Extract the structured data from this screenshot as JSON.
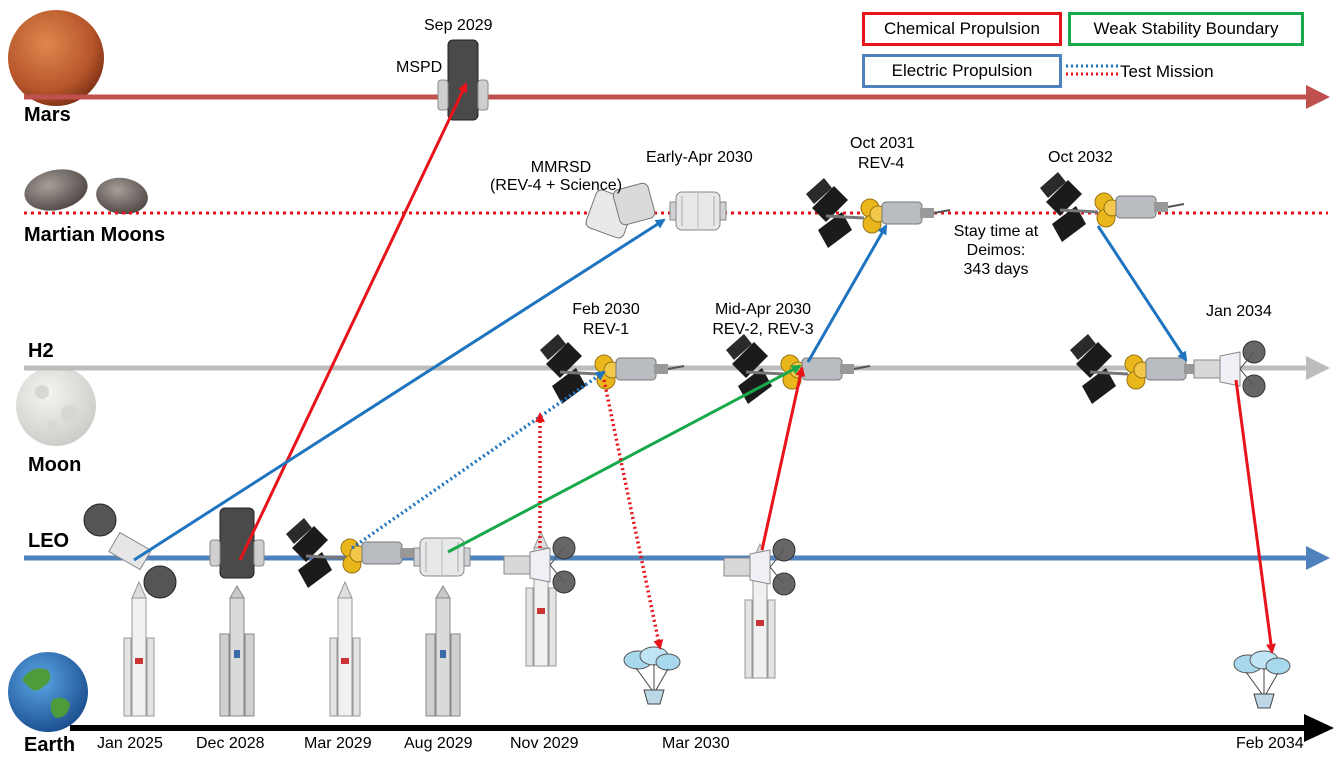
{
  "levels": {
    "mars": "Mars",
    "moons": "Martian Moons",
    "h2": "H2",
    "moon": "Moon",
    "leo": "LEO",
    "earth": "Earth"
  },
  "legend": {
    "chemical": "Chemical Propulsion",
    "wsb": "Weak Stability Boundary",
    "electric": "Electric Propulsion",
    "test": "Test Mission",
    "colors": {
      "chemical": "#e8141b",
      "wsb": "#19a94a",
      "electric": "#1f74c0",
      "test_blue": "#1f74c0",
      "test_red": "#e8141b"
    }
  },
  "events": {
    "sep2029": "Sep 2029",
    "mspd": "MSPD",
    "mmrsd_1": "MMRSD",
    "mmrsd_2": "(REV-4 + Science)",
    "earlyapr2030": "Early-Apr 2030",
    "oct2031": "Oct 2031",
    "rev4": "REV-4",
    "oct2032": "Oct 2032",
    "stay_1": "Stay time at",
    "stay_2": "Deimos:",
    "stay_3": "343 days",
    "feb2030": "Feb 2030",
    "rev1": "REV-1",
    "midapr2030": "Mid-Apr 2030",
    "rev23": "REV-2, REV-3",
    "jan2034": "Jan 2034"
  },
  "launch_dates": [
    "Jan 2025",
    "Dec 2028",
    "Mar 2029",
    "Aug 2029",
    "Nov 2029",
    "Mar 2030",
    "Feb 2034"
  ],
  "icons": {
    "planets": [
      "mars-icon",
      "phobos-deimos-icon",
      "moon-icon",
      "earth-icon"
    ],
    "vehicles": [
      "launch-vehicle-icon",
      "solar-electric-spacecraft-icon",
      "habitat-module-icon",
      "orion-capsule-icon",
      "parachute-capsule-icon"
    ]
  }
}
